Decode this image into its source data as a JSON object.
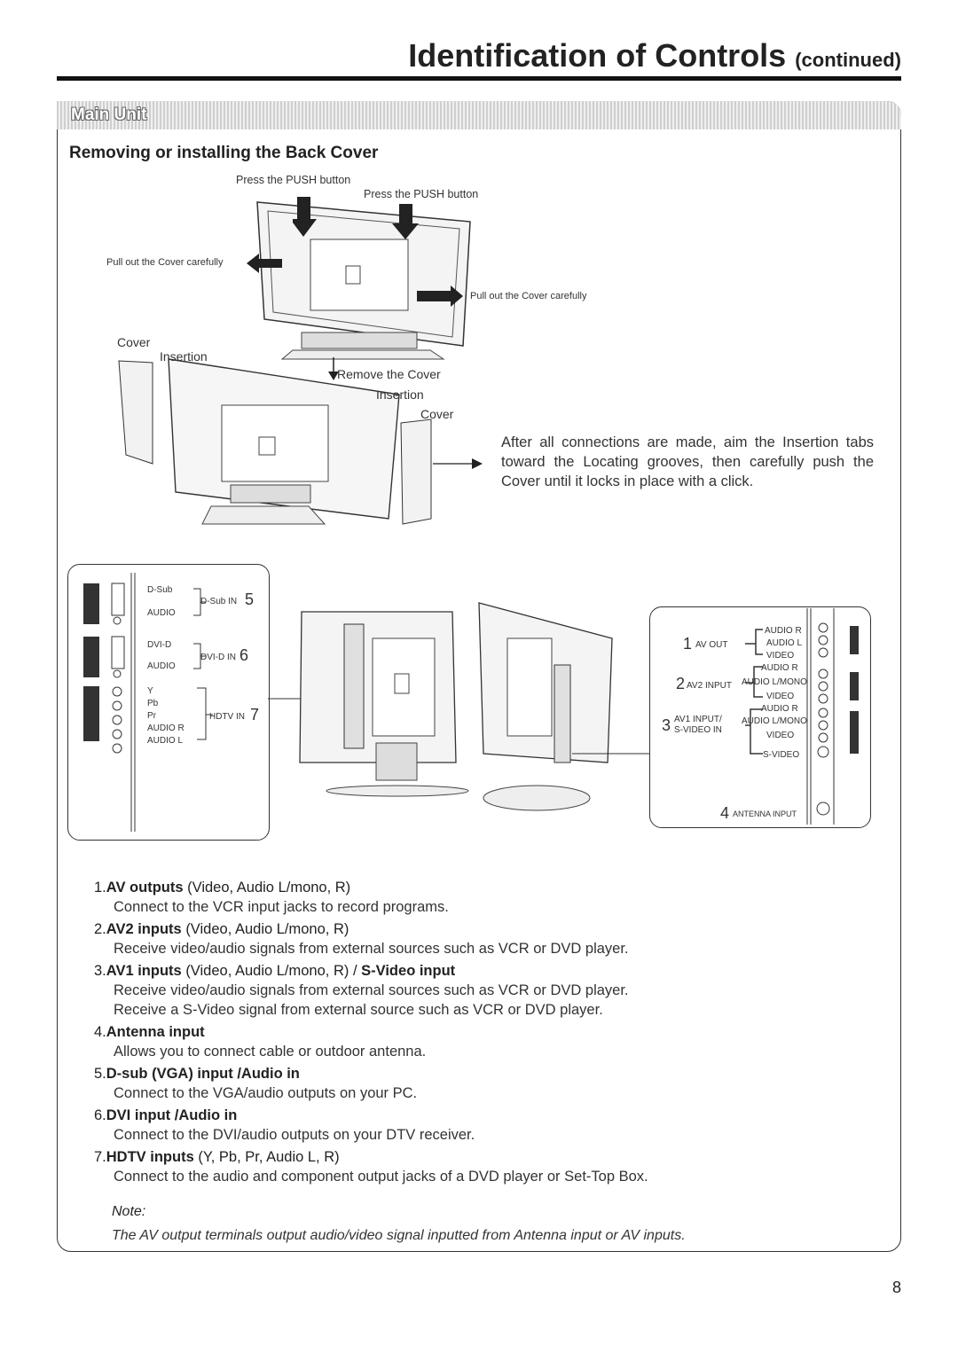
{
  "header": {
    "title": "Identification of Controls",
    "title_suffix": "(continued)"
  },
  "section": {
    "tab_label": "Main Unit",
    "heading": "Removing or installing the Back Cover"
  },
  "diagram_top": {
    "push_label_1": "Press the PUSH button",
    "push_label_2": "Press the PUSH button",
    "pull_left": "Pull out the Cover carefully",
    "pull_right": "Pull out the Cover carefully",
    "cover_left": "Cover",
    "insertion_left": "Insertion",
    "remove_cover": "Remove the Cover",
    "insertion_right": "Insertion",
    "cover_right": "Cover"
  },
  "instructions": "After all connections are made, aim the Insertion tabs toward the Locating grooves, then carefully push the Cover until it locks in place with a click.",
  "left_jacks": {
    "dsub": "D-Sub",
    "audio1": "AUDIO",
    "dsub_in": "D-Sub IN",
    "num5": "5",
    "dvid": "DVI-D",
    "audio2": "AUDIO",
    "dvid_in": "DVI-D IN",
    "num6": "6",
    "y": "Y",
    "pb": "Pb",
    "pr": "Pr",
    "audio_r": "AUDIO R",
    "audio_l": "AUDIO L",
    "hdtv_in": "HDTV IN",
    "num7": "7"
  },
  "right_jacks": {
    "num1": "1",
    "av_out": "AV OUT",
    "g1_audio_r": "AUDIO R",
    "g1_audio_l": "AUDIO L",
    "g1_video": "VIDEO",
    "num2": "2",
    "av2_input": "AV2 INPUT",
    "g2_audio_r": "AUDIO R",
    "g2_audio_lmono": "AUDIO L/MONO",
    "g2_video": "VIDEO",
    "num3": "3",
    "av1_input": "AV1 INPUT/",
    "svideo_in": "S-VIDEO IN",
    "g3_audio_r": "AUDIO R",
    "g3_audio_lmono": "AUDIO L/MONO",
    "g3_video": "VIDEO",
    "g3_svideo": "S-VIDEO",
    "num4": "4",
    "antenna_input": "ANTENNA INPUT"
  },
  "items": [
    {
      "num": "1.",
      "title": "AV outputs",
      "detail": "(Video, Audio L/mono, R)",
      "extra": "",
      "desc": [
        "Connect to the VCR input jacks to record programs."
      ]
    },
    {
      "num": "2.",
      "title": "AV2 inputs",
      "detail": "(Video, Audio L/mono, R)",
      "extra": "",
      "desc": [
        "Receive video/audio signals from external sources such as VCR or DVD player."
      ]
    },
    {
      "num": "3.",
      "title": "AV1 inputs",
      "detail": "(Video, Audio L/mono, R) /",
      "extra": "S-Video input",
      "desc": [
        "Receive video/audio signals from external sources such as VCR or DVD player.",
        "Receive a S-Video signal from external source such as VCR or DVD player."
      ]
    },
    {
      "num": "4.",
      "title": "Antenna input",
      "detail": "",
      "extra": "",
      "desc": [
        "Allows you to connect cable or outdoor antenna."
      ]
    },
    {
      "num": "5.",
      "title": "D-sub (VGA) input /Audio in",
      "detail": "",
      "extra": "",
      "desc": [
        "Connect to the VGA/audio outputs on your PC."
      ]
    },
    {
      "num": "6.",
      "title": "DVI input /Audio in",
      "detail": "",
      "extra": "",
      "desc": [
        "Connect to the DVI/audio outputs on your DTV receiver."
      ]
    },
    {
      "num": "7.",
      "title": "HDTV inputs",
      "detail": "(Y, Pb, Pr, Audio L, R)",
      "extra": "",
      "desc": [
        "Connect to the audio and component output jacks of a DVD player or Set-Top Box."
      ]
    }
  ],
  "note": {
    "label": "Note:",
    "text": "The AV output terminals output audio/video signal inputted from Antenna input or AV inputs."
  },
  "page_number": "8"
}
